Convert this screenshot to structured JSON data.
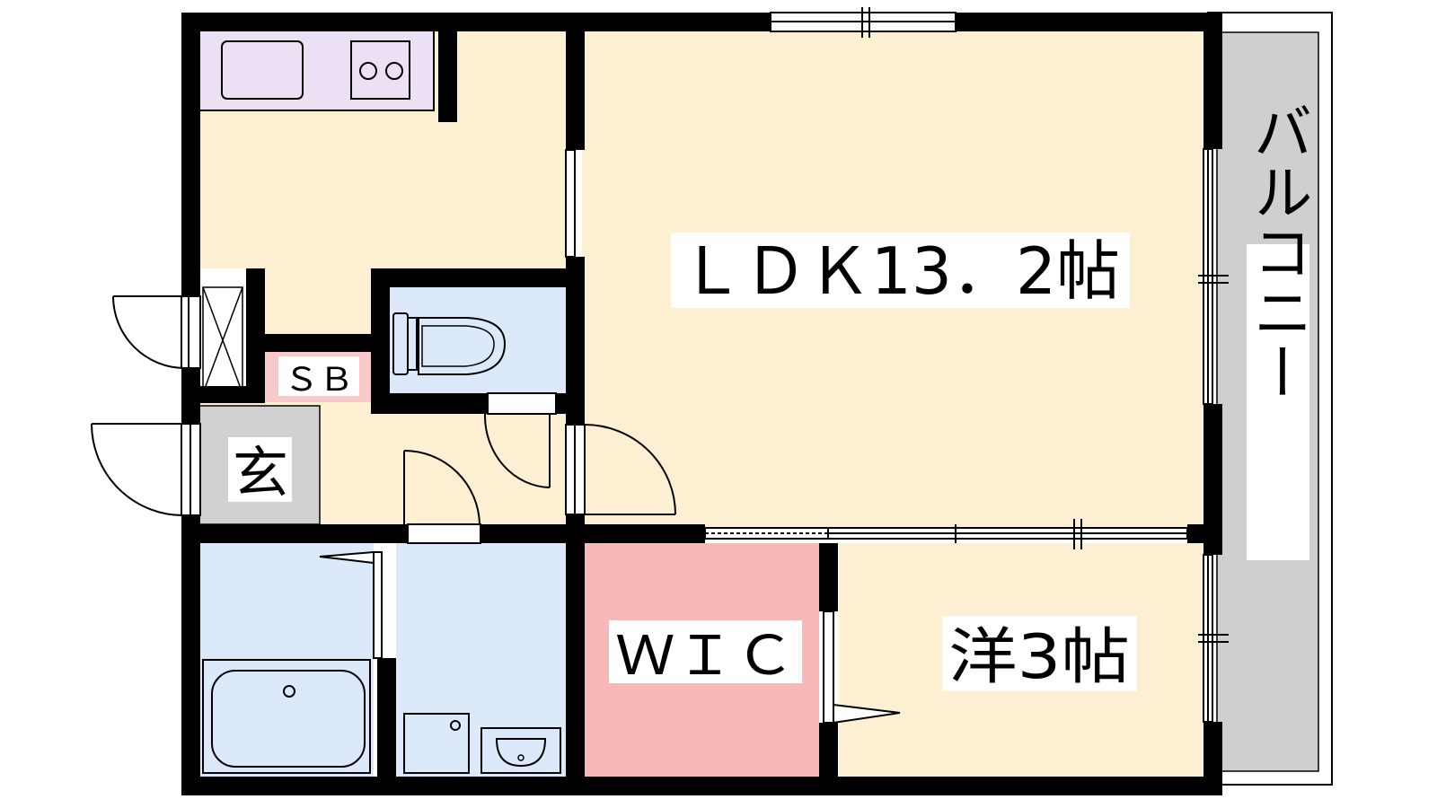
{
  "rooms": {
    "ldk": "ＬＤＫ13．2帖",
    "western": "洋3帖",
    "wic": "ＷＩＣ",
    "sb": "ＳＢ",
    "genkan": "玄",
    "balcony": "バルコニー"
  },
  "colors": {
    "wall": "#000000",
    "floor": "#fdf0d2",
    "water_area": "#dce9fb",
    "kitchen_counter": "#ece0f4",
    "wic": "#f9b8b8",
    "sb": "#f9c9c9",
    "genkan": "#d1d1d1",
    "balcony": "#cfcfcf"
  }
}
